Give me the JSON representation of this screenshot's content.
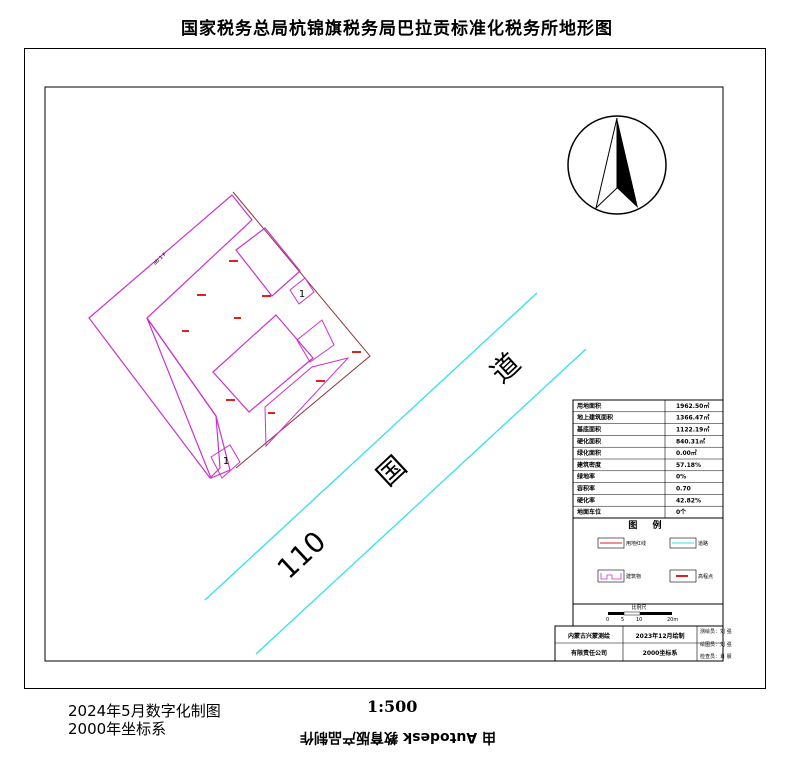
{
  "title": "国家税务总局杭锦旗税务局巴拉贡标准化税务所地形图",
  "footer": {
    "date": "2024年5月数字化制图",
    "coord_system": "2000年坐标系",
    "scale": "1:500",
    "credit": "由 Autodesk 教育版产品制作"
  },
  "road": {
    "number": "110",
    "char_guo": "国",
    "char_dao": "道",
    "color": "#33e0ee"
  },
  "buildings": {
    "outline_color": "#cc33cc",
    "labels": [
      "1",
      "1",
      "1"
    ],
    "boundary_color": "#8b3a3a"
  },
  "stats": {
    "rows": [
      {
        "label": "用地面积",
        "value": "1962.50㎡"
      },
      {
        "label": "地上建筑面积",
        "value": "1366.47㎡"
      },
      {
        "label": "基底面积",
        "value": "1122.19㎡"
      },
      {
        "label": "硬化面积",
        "value": "840.31㎡"
      },
      {
        "label": "绿化面积",
        "value": "0.00㎡"
      },
      {
        "label": "建筑密度",
        "value": "57.18%"
      },
      {
        "label": "绿地率",
        "value": "0%"
      },
      {
        "label": "容积率",
        "value": "0.70"
      },
      {
        "label": "硬化率",
        "value": "42.82%"
      },
      {
        "label": "地面车位",
        "value": "0个"
      }
    ]
  },
  "legend": {
    "title": "图 例",
    "items": [
      "用地红线",
      "道路",
      "建筑物",
      "高程点"
    ]
  },
  "scale_bar": {
    "label": "比例尺",
    "ticks": [
      "0",
      "5",
      "10",
      "20m"
    ]
  },
  "title_block": {
    "unit_line1": "内蒙古兴蒙测绘",
    "unit_line2": "有限责任公司",
    "date": "2023年12月绘制",
    "coord": "2000坐标系",
    "surveyor": "测绘员：刘 强",
    "drafter": "绘图员：刘 强",
    "checker": "检查员：肖 晨"
  }
}
